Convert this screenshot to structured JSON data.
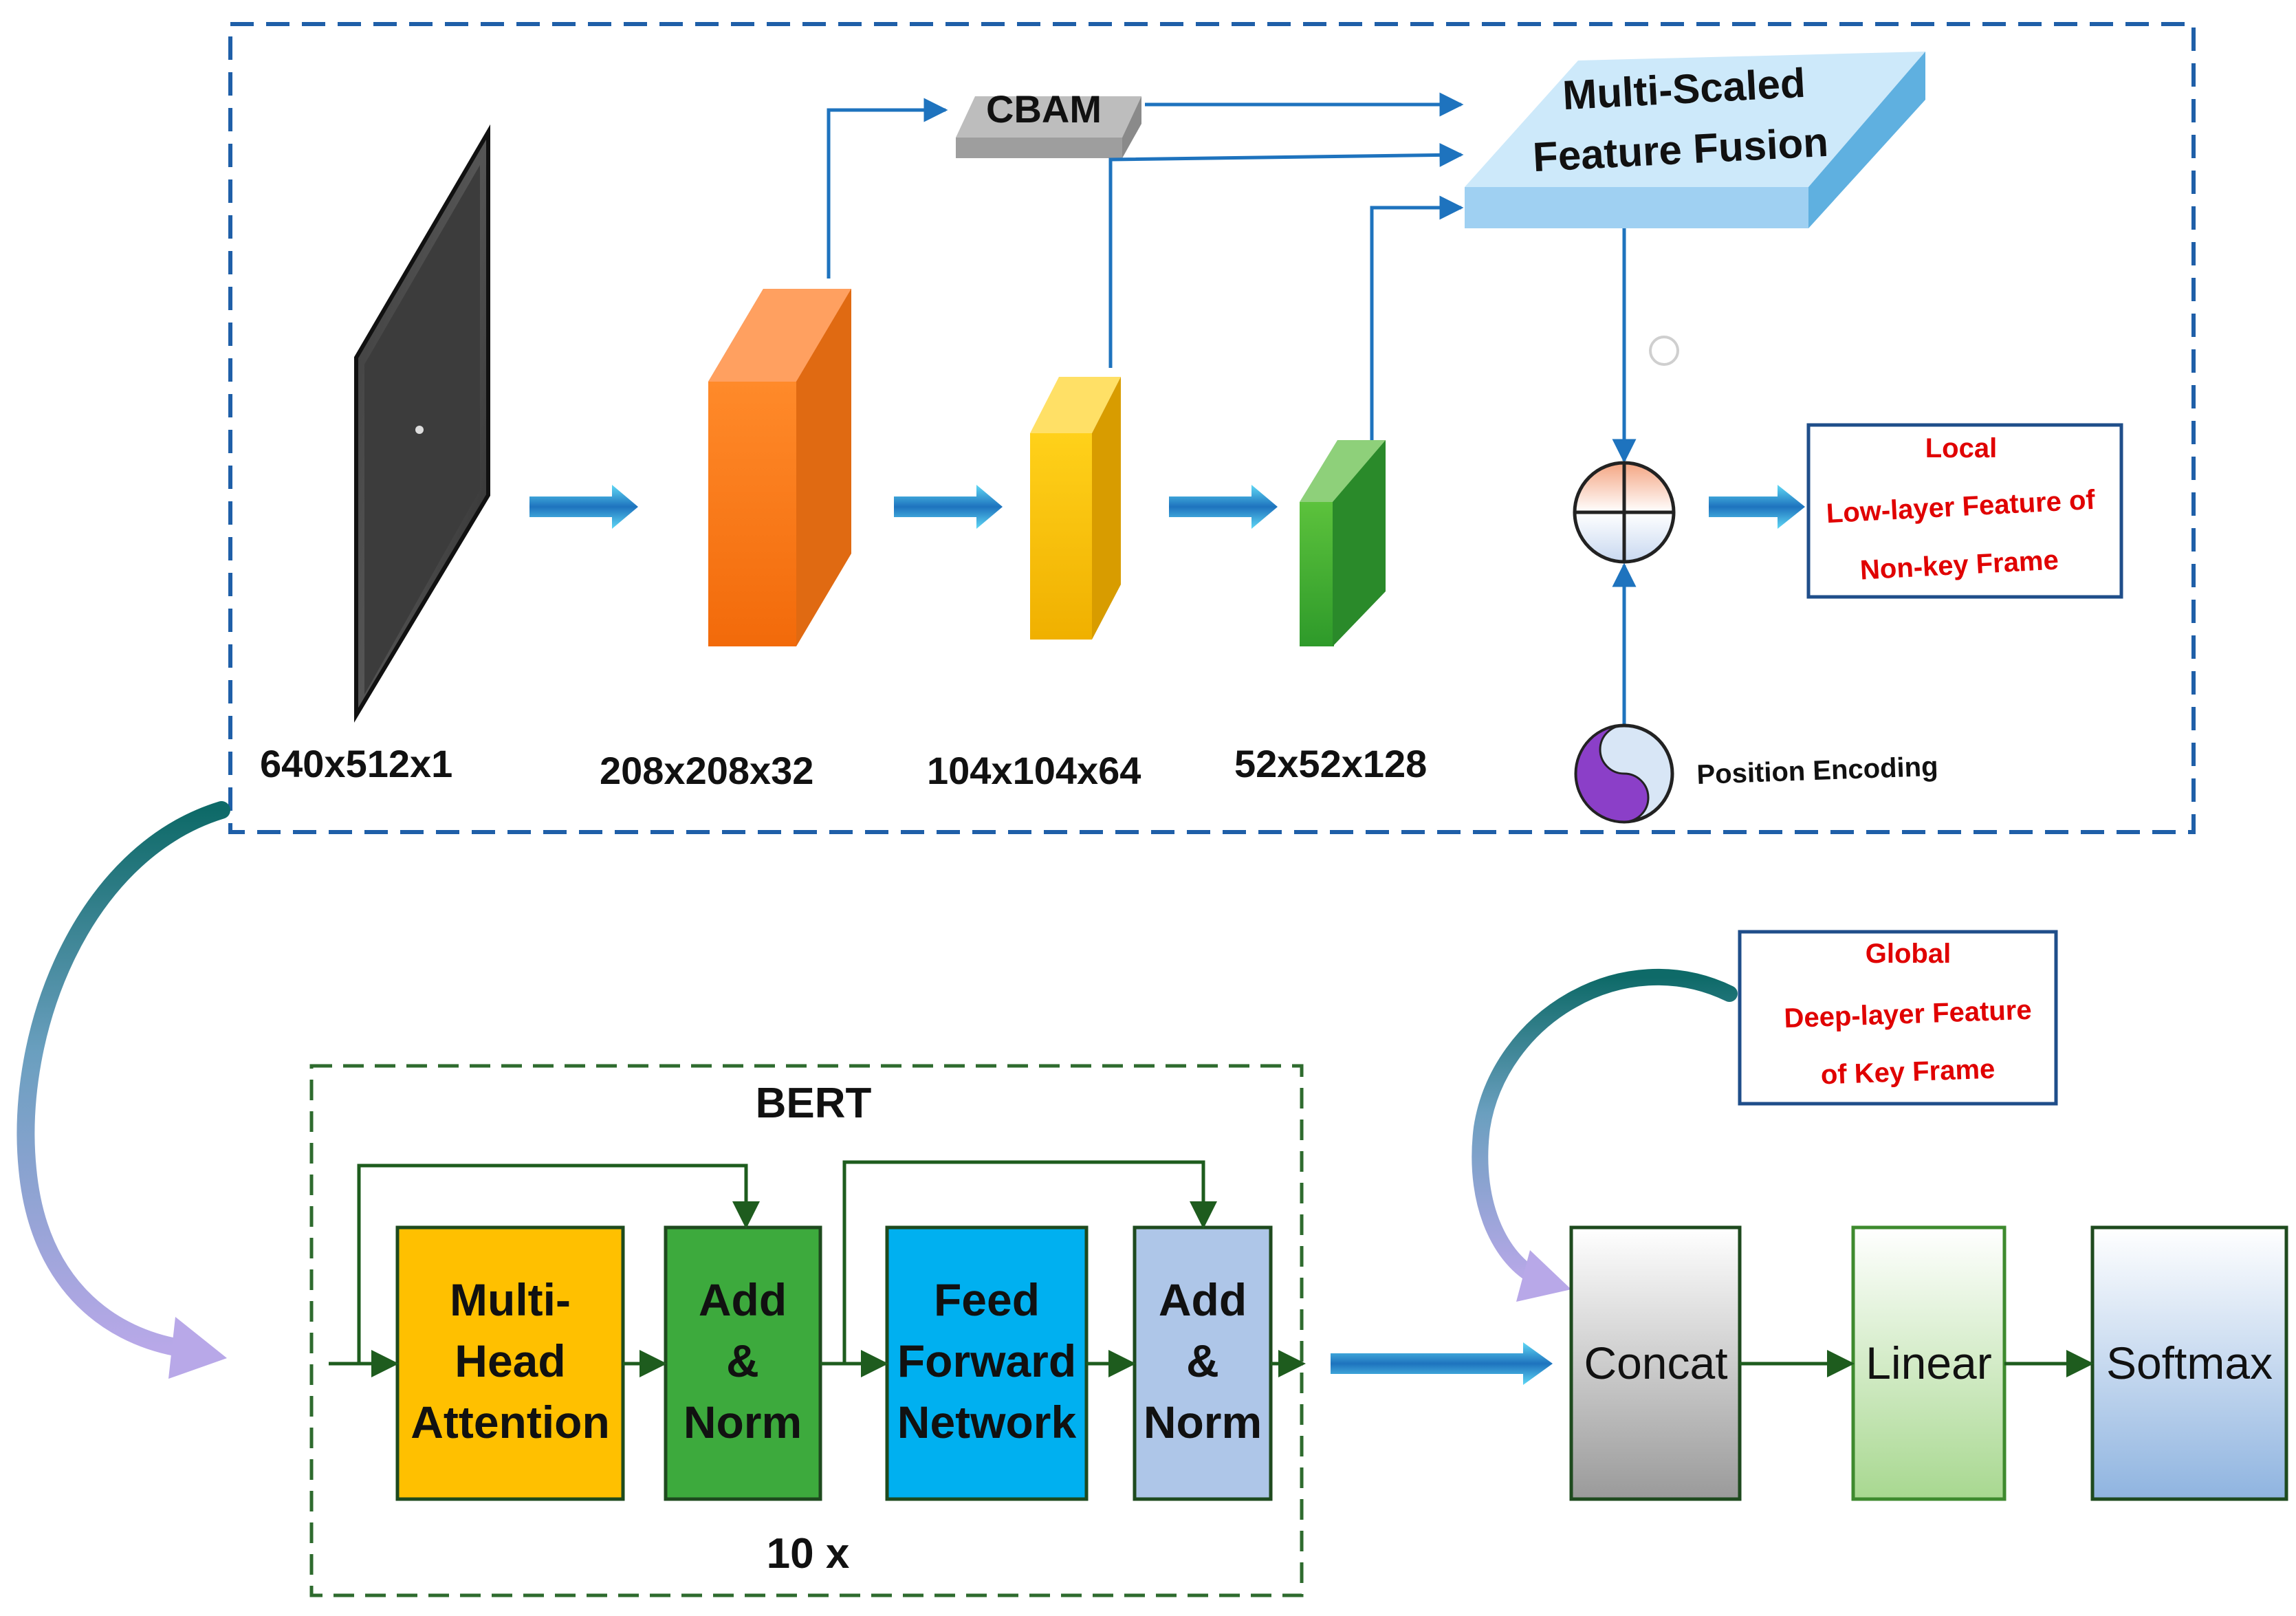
{
  "top": {
    "input_dims": "640x512x1",
    "layers": [
      {
        "dims": "208x208x32"
      },
      {
        "dims": "104x104x64"
      },
      {
        "dims": "52x52x128"
      }
    ],
    "cbam": "CBAM",
    "fusion": [
      "Multi-Scaled",
      "Feature Fusion"
    ],
    "position_encoding": "Position Encoding",
    "local_box": [
      "Local",
      "Low-layer Feature of",
      "Non-key Frame"
    ]
  },
  "bert": {
    "title": "BERT",
    "repeat": "10 x",
    "blocks": [
      {
        "lines": [
          "Multi-",
          "Head",
          "Attention"
        ],
        "color": "#FFC000"
      },
      {
        "lines": [
          "Add",
          "&",
          "Norm"
        ],
        "color": "#3DAA3D"
      },
      {
        "lines": [
          "Feed",
          "Forward",
          "Network"
        ],
        "color": "#00B0F0"
      },
      {
        "lines": [
          "Add",
          "&",
          "Norm"
        ],
        "color": "#AEC6E8"
      }
    ]
  },
  "global_box": [
    "Global",
    "Deep-layer Feature",
    "of Key Frame"
  ],
  "head": {
    "concat": "Concat",
    "linear": "Linear",
    "softmax": "Softmax"
  },
  "colors": {
    "border_blue": "#1F5FA8",
    "border_green": "#2E6B2E",
    "arrow_blue": "#1E73BE",
    "arrow_green": "#1E5C1E",
    "highlight_red": "#E00000",
    "teal": "#0E6A68"
  }
}
